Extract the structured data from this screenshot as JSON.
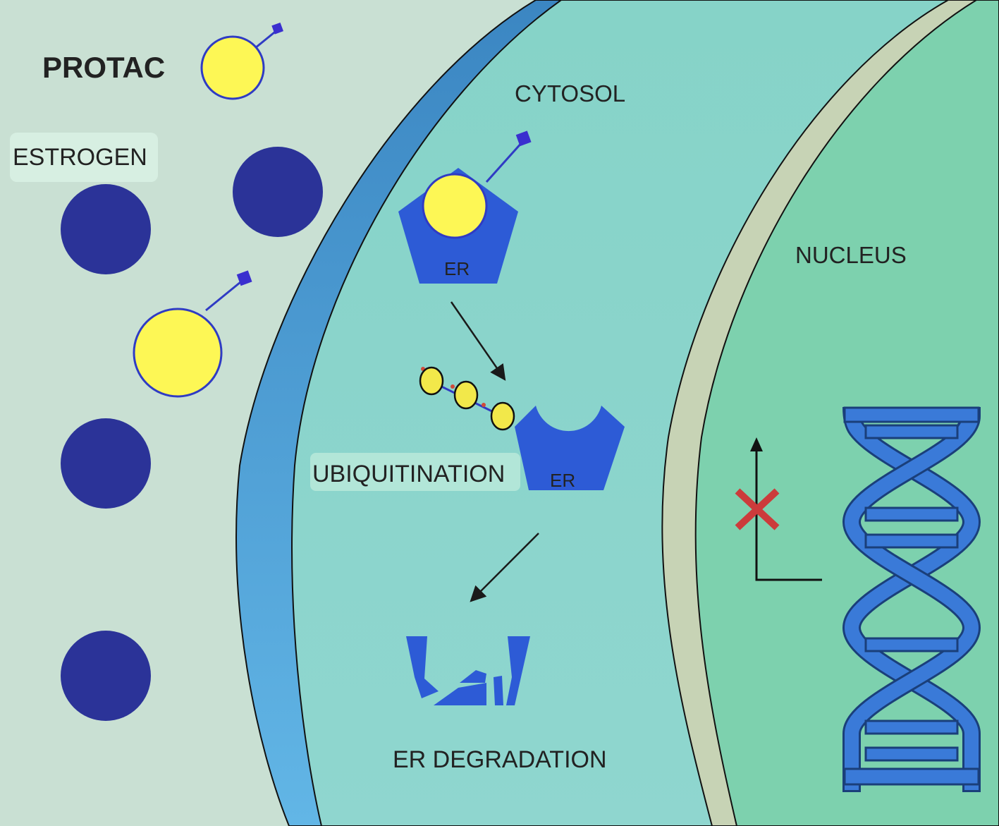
{
  "labels": {
    "protac": "PROTAC",
    "estrogen": "ESTROGEN",
    "cytosol": "CYTOSOL",
    "nucleus": "NUCLEUS",
    "er_bound": "ER",
    "ubiquitination": "UBIQUITINATION",
    "er_ubiquitinated": "ER",
    "er_degradation": "ER DEGRADATION"
  },
  "colors": {
    "extracellular": "#c9e0d3",
    "membrane": "#4a9ad0",
    "cytosol": "#86d2c6",
    "nuclear_envelope": "#c7d3b5",
    "nucleus": "#7dd1ae",
    "estrogen": "#2b3398",
    "protac_ball": "#fdf755",
    "protac_outline": "#2f3bc4",
    "receptor": "#2d5bd6",
    "dna": "#3a7ad8",
    "block_mark": "#cc3b3b"
  },
  "icons": {
    "dna": "dna-helix-icon",
    "blocked_transcription": "blocked-transcription-icon"
  }
}
